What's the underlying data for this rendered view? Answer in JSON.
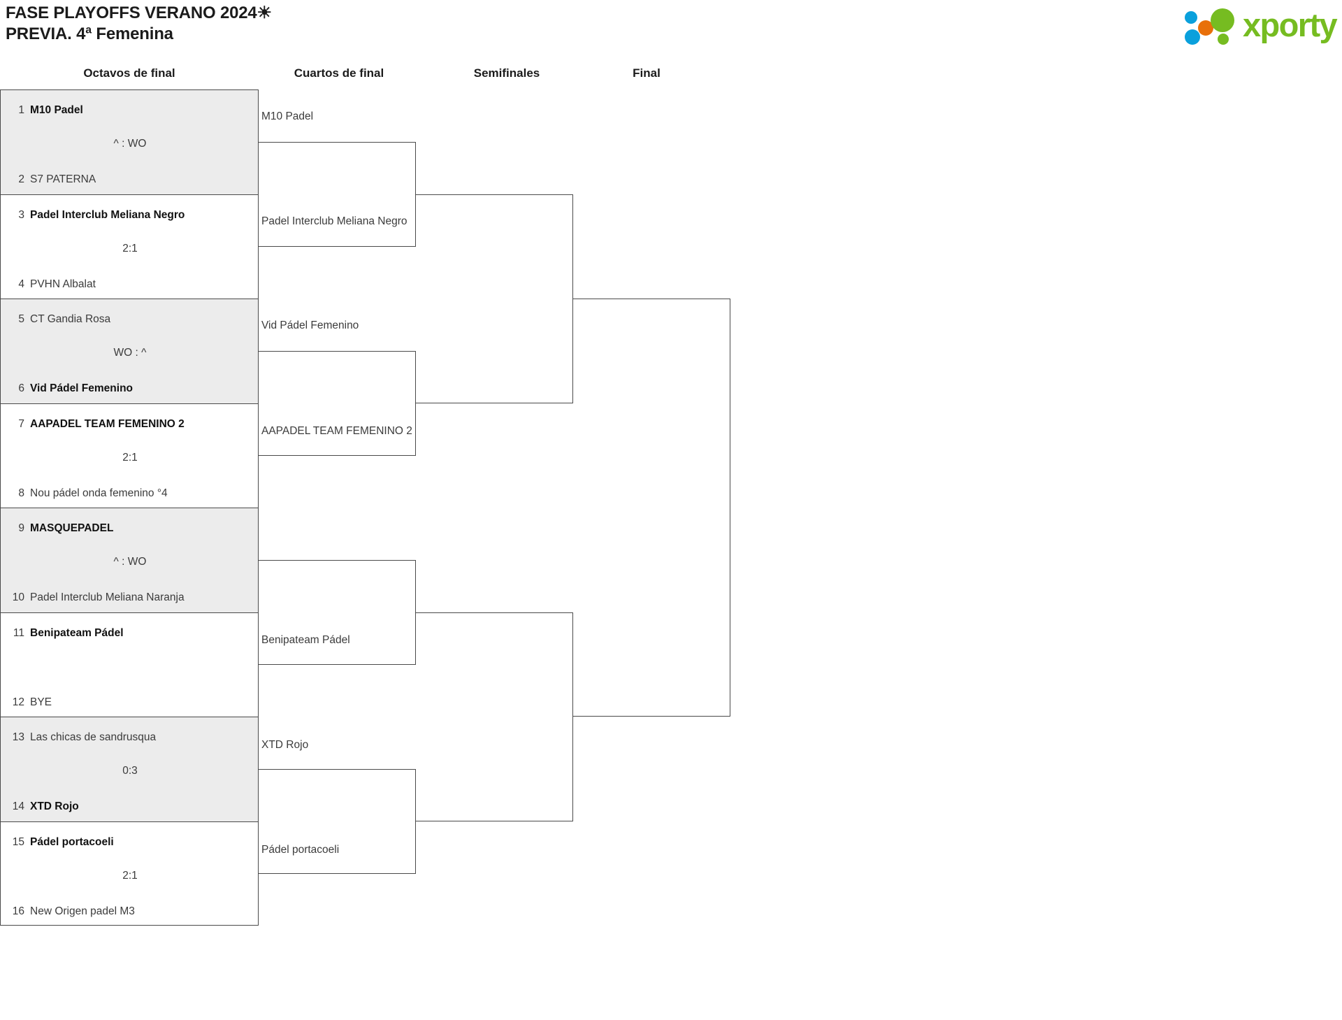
{
  "header": {
    "title_line1": "FASE PLAYOFFS VERANO 2024☀",
    "title_line2": "PREVIA. 4ª Femenina",
    "logo_text": "xporty",
    "logo_colors": {
      "green": "#76bc21",
      "orange": "#e8700a",
      "blue": "#0aa0dc"
    }
  },
  "rounds": [
    {
      "label": "Octavos de final"
    },
    {
      "label": "Cuartos de final"
    },
    {
      "label": "Semifinales"
    },
    {
      "label": "Final"
    }
  ],
  "round1": {
    "matches": [
      {
        "top_seed": "1",
        "top_team": "M10 Padel",
        "top_winner": true,
        "bottom_seed": "2",
        "bottom_team": "S7 PATERNA",
        "bottom_winner": false,
        "score": "^ : WO"
      },
      {
        "top_seed": "3",
        "top_team": "Padel Interclub Meliana Negro",
        "top_winner": true,
        "bottom_seed": "4",
        "bottom_team": "PVHN Albalat",
        "bottom_winner": false,
        "score": "2:1"
      },
      {
        "top_seed": "5",
        "top_team": "CT Gandia Rosa",
        "top_winner": false,
        "bottom_seed": "6",
        "bottom_team": "Vid Pádel Femenino",
        "bottom_winner": true,
        "score": "WO : ^"
      },
      {
        "top_seed": "7",
        "top_team": "AAPADEL TEAM FEMENINO 2",
        "top_winner": true,
        "bottom_seed": "8",
        "bottom_team": "Nou pádel onda femenino °4",
        "bottom_winner": false,
        "score": "2:1"
      },
      {
        "top_seed": "9",
        "top_team": "MASQUEPADEL",
        "top_winner": true,
        "bottom_seed": "10",
        "bottom_team": "Padel Interclub Meliana Naranja",
        "bottom_winner": false,
        "score": "^ : WO"
      },
      {
        "top_seed": "11",
        "top_team": "Benipateam Pádel",
        "top_winner": true,
        "bottom_seed": "12",
        "bottom_team": "BYE",
        "bottom_winner": false,
        "score": ""
      },
      {
        "top_seed": "13",
        "top_team": "Las chicas de sandrusqua",
        "top_winner": false,
        "bottom_seed": "14",
        "bottom_team": "XTD Rojo",
        "bottom_winner": true,
        "score": "0:3"
      },
      {
        "top_seed": "15",
        "top_team": "Pádel portacoeli",
        "top_winner": true,
        "bottom_seed": "16",
        "bottom_team": "New Origen padel M3",
        "bottom_winner": false,
        "score": "2:1"
      }
    ]
  },
  "round2": {
    "advancers": [
      "M10 Padel",
      "Padel Interclub Meliana Negro",
      "Vid Pádel Femenino",
      "AAPADEL TEAM FEMENINO 2",
      "Benipateam Pádel",
      "XTD Rojo",
      "Pádel portacoeli"
    ]
  },
  "round3": {
    "advancers": [
      "",
      "",
      "",
      ""
    ]
  },
  "round4": {
    "advancers": [
      "",
      ""
    ]
  }
}
